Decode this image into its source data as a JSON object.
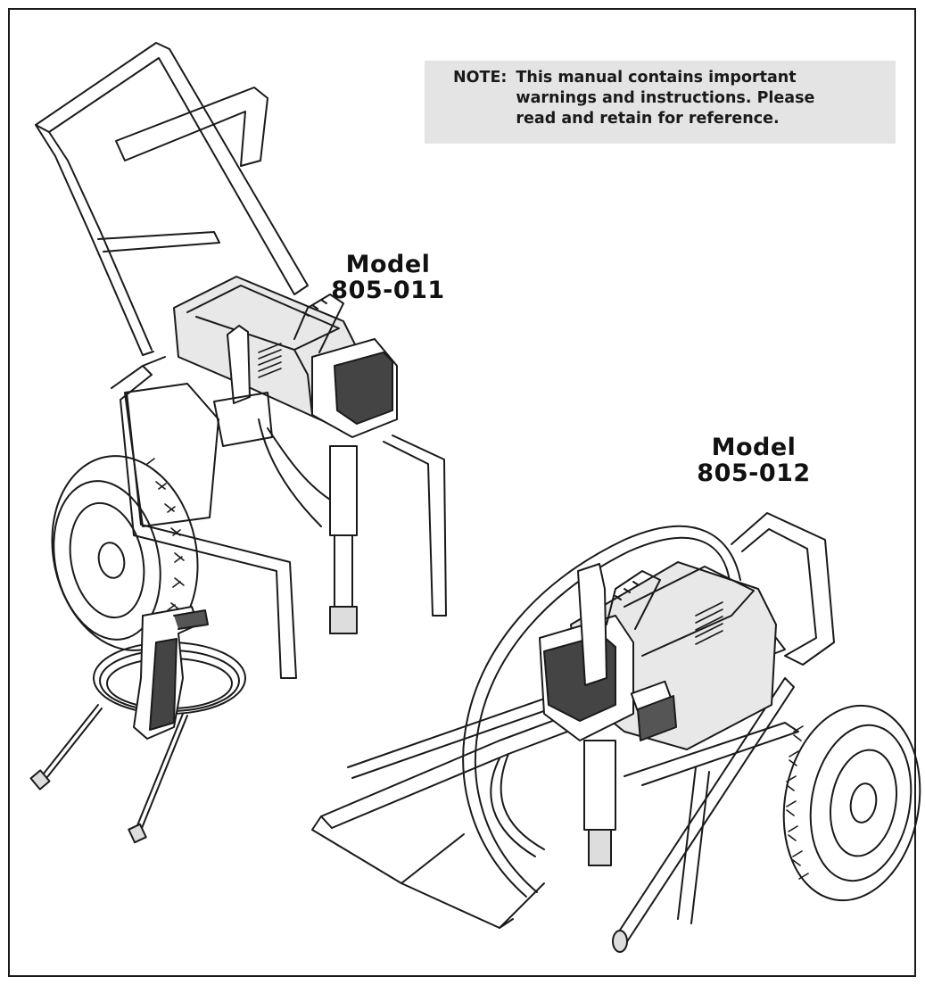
{
  "note": {
    "label": "NOTE:",
    "text": "This manual contains important\nwarnings and instructions.  Please\nread and retain for reference."
  },
  "models": [
    {
      "line1": "Model",
      "line2": "805-011"
    },
    {
      "line1": "Model",
      "line2": "805-012"
    }
  ]
}
